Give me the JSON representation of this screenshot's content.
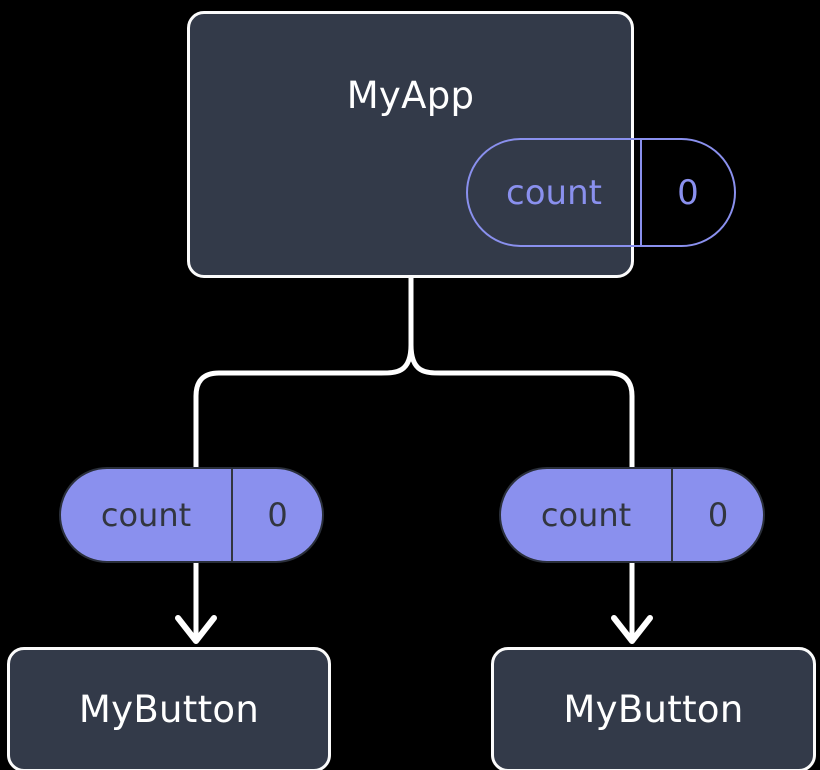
{
  "diagram": {
    "title_hidden": "",
    "background_color": "#000000",
    "box_fill": "#333a49",
    "box_border": "#fbfbfb",
    "accent_purple": "#8a90ee",
    "wire_color": "#ffffff",
    "pill_text_dark": "#32363f"
  },
  "root": {
    "name": "MyApp",
    "state": {
      "key": "count",
      "value": "0"
    }
  },
  "children": [
    {
      "id": "left",
      "prop": {
        "key": "count",
        "value": "0"
      },
      "name": "MyButton"
    },
    {
      "id": "right",
      "prop": {
        "key": "count",
        "value": "0"
      },
      "name": "MyButton"
    }
  ],
  "connectors": {
    "trunk_label": "",
    "arrow_icons": [
      "arrow-down-icon",
      "arrow-down-icon"
    ]
  }
}
